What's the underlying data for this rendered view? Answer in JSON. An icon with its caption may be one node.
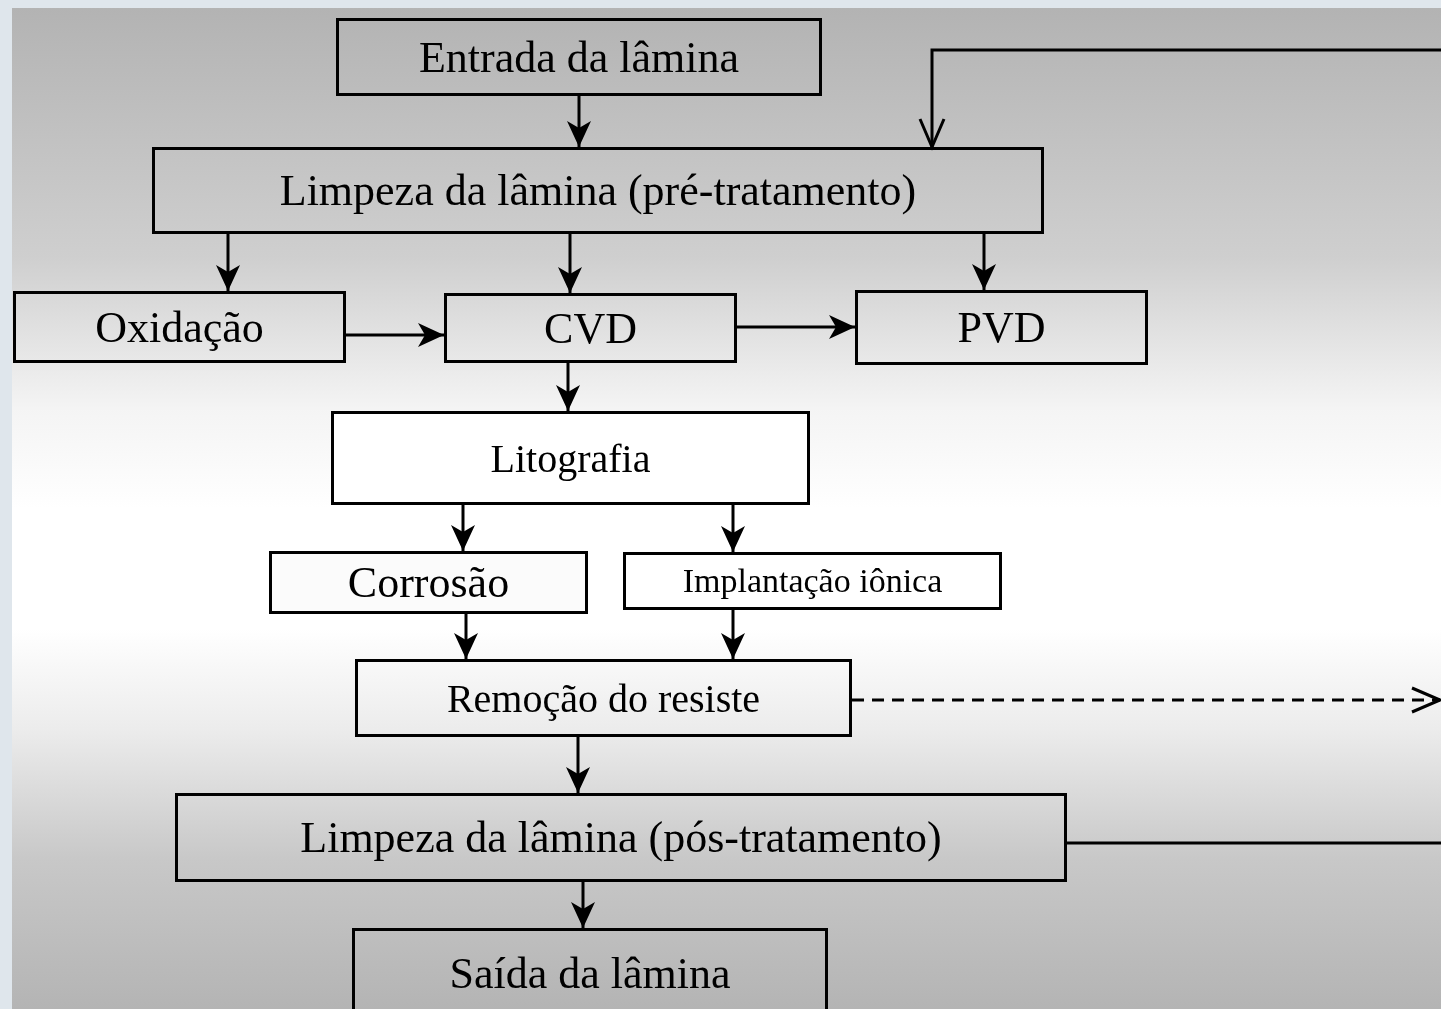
{
  "diagram": {
    "nodes": [
      {
        "text": [
          "Entrada da lâmina"
        ]
      },
      {
        "text": [
          "Limpeza da lâmina (pré-tratamento)"
        ]
      },
      {
        "text": [
          "Oxidação"
        ]
      },
      {
        "text": [
          "CVD"
        ]
      },
      {
        "text": [
          "PVD"
        ]
      },
      {
        "text": [
          "Litografia"
        ]
      },
      {
        "text": [
          "Corrosão"
        ]
      },
      {
        "text": [
          "Implantação iônica"
        ]
      },
      {
        "text": [
          "Remoção do resiste"
        ]
      },
      {
        "text": [
          "Limpeza da lâmina (pós-tratamento)"
        ]
      },
      {
        "text": [
          "Saída da lâmina"
        ]
      }
    ],
    "edges": [
      {
        "from": 0,
        "to": 1,
        "arrow": "to"
      },
      {
        "from": 1,
        "to": 2,
        "arrow": "to"
      },
      {
        "from": 1,
        "to": 3,
        "arrow": "to"
      },
      {
        "from": 1,
        "to": 4,
        "arrow": "to"
      },
      {
        "from": 2,
        "to": 3,
        "arrow": "to"
      },
      {
        "from": 3,
        "to": 4,
        "arrow": "to"
      },
      {
        "from": 3,
        "to": 5,
        "arrow": "to"
      },
      {
        "from": 5,
        "to": 6,
        "arrow": "to"
      },
      {
        "from": 5,
        "to": 7,
        "arrow": "to"
      },
      {
        "from": 6,
        "to": 8,
        "arrow": "to"
      },
      {
        "from": 7,
        "to": 8,
        "arrow": "to"
      },
      {
        "from": 8,
        "to": null,
        "arrow": "to",
        "style": "dashed"
      },
      {
        "from": 8,
        "to": 9,
        "arrow": "to"
      },
      {
        "from": 9,
        "to": 10,
        "arrow": "to"
      },
      {
        "from": 9,
        "to": null,
        "arrow": "none"
      },
      {
        "from": null,
        "to": 1,
        "arrow": "to"
      }
    ]
  }
}
